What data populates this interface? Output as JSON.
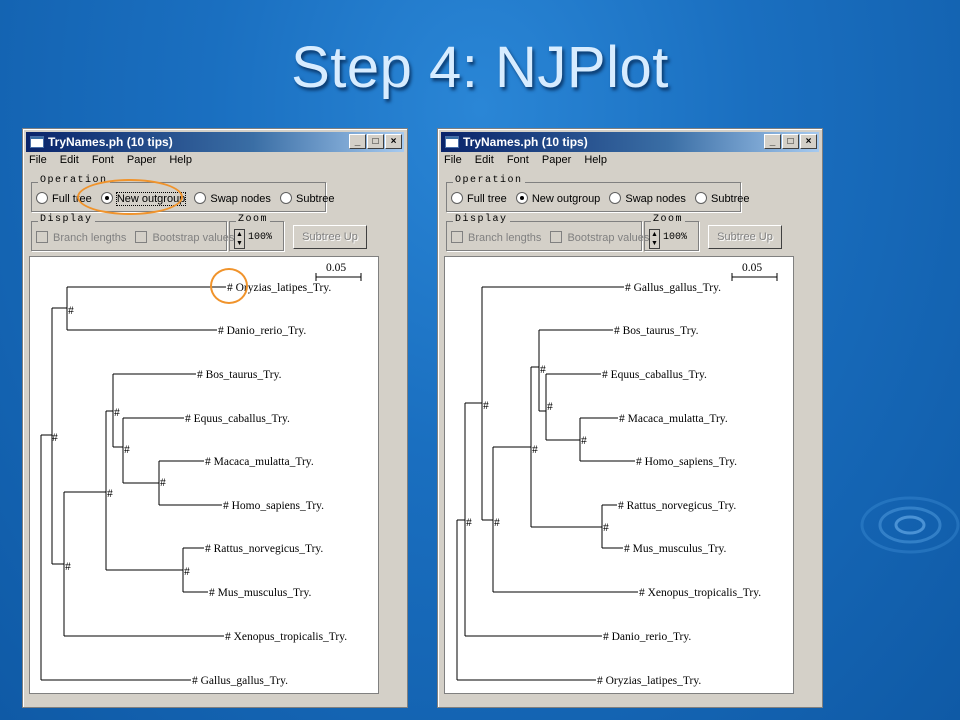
{
  "slide": {
    "title": "Step 4: NJPlot"
  },
  "colors": {
    "background": "#1a6fc0",
    "highlight": "#f0932b",
    "titlebar": "#0a246a"
  },
  "windows": [
    {
      "title": "TryNames.ph (10 tips)",
      "controls": [
        "_",
        "□",
        "×"
      ],
      "menu": [
        "File",
        "Edit",
        "Font",
        "Paper",
        "Help"
      ],
      "operation": {
        "legend": "Operation",
        "options": [
          "Full tree",
          "New outgroup",
          "Swap nodes",
          "Subtree"
        ],
        "selected": "New outgroup"
      },
      "display": {
        "legend": "Display",
        "branch_lengths": "Branch lengths",
        "bootstrap_values": "Bootstrap values"
      },
      "zoom": {
        "legend": "Zoom",
        "value": "100%"
      },
      "subtree_up": "Subtree Up",
      "scale_label": "0.05",
      "tips": [
        "# Oryzias_latipes_Try.",
        "# Danio_rerio_Try.",
        "# Bos_taurus_Try.",
        "# Equus_caballus_Try.",
        "# Macaca_mulatta_Try.",
        "# Homo_sapiens_Try.",
        "# Rattus_norvegicus_Try.",
        "# Mus_musculus_Try.",
        "# Xenopus_tropicalis_Try.",
        "# Gallus_gallus_Try."
      ],
      "node_mark": "#"
    },
    {
      "title": "TryNames.ph (10 tips)",
      "controls": [
        "_",
        "□",
        "×"
      ],
      "menu": [
        "File",
        "Edit",
        "Font",
        "Paper",
        "Help"
      ],
      "operation": {
        "legend": "Operation",
        "options": [
          "Full tree",
          "New outgroup",
          "Swap nodes",
          "Subtree"
        ],
        "selected": "New outgroup"
      },
      "display": {
        "legend": "Display",
        "branch_lengths": "Branch lengths",
        "bootstrap_values": "Bootstrap values"
      },
      "zoom": {
        "legend": "Zoom",
        "value": "100%"
      },
      "subtree_up": "Subtree Up",
      "scale_label": "0.05",
      "tips": [
        "# Gallus_gallus_Try.",
        "# Bos_taurus_Try.",
        "# Equus_caballus_Try.",
        "# Macaca_mulatta_Try.",
        "# Homo_sapiens_Try.",
        "# Rattus_norvegicus_Try.",
        "# Mus_musculus_Try.",
        "# Xenopus_tropicalis_Try.",
        "# Danio_rerio_Try.",
        "# Oryzias_latipes_Try."
      ],
      "node_mark": "#"
    }
  ]
}
